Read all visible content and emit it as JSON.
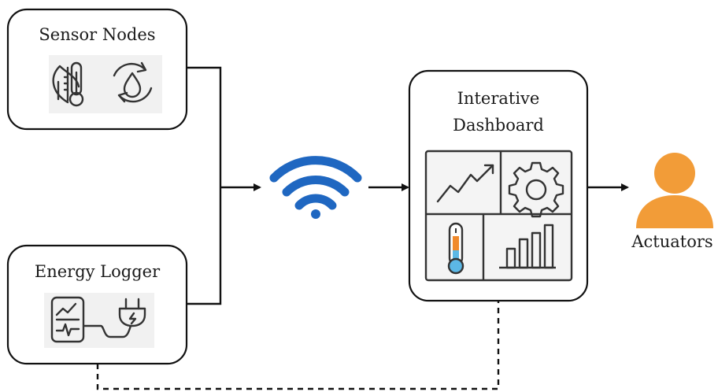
{
  "sensor_nodes": {
    "label": "Sensor Nodes"
  },
  "energy_logger": {
    "label": "Energy Logger"
  },
  "dashboard": {
    "line1": "Interative",
    "line2": "Dashboard"
  },
  "actuators": {
    "label": "Actuators"
  },
  "colors": {
    "wifi": "#1f67c1",
    "person": "#f29c38",
    "thermo_top": "#f08a2c",
    "thermo_bottom": "#5cb8e6",
    "line": "#111111"
  },
  "icons": [
    "leaf-thermometer-icon",
    "water-cycle-icon",
    "meter-icon",
    "plug-icon",
    "wifi-icon",
    "trend-chart-icon",
    "gear-icon",
    "thermometer-icon",
    "bar-chart-icon",
    "person-icon"
  ]
}
